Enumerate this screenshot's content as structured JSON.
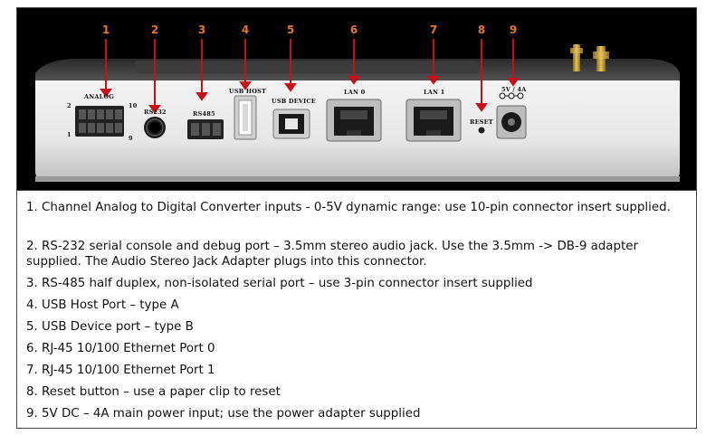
{
  "numbers": [
    "1",
    "2",
    "3",
    "4",
    "5",
    "6",
    "7",
    "8",
    "9"
  ],
  "port_labels": {
    "analog": "ANALOG",
    "pin_2": "2",
    "pin_10": "10",
    "pin_1": "1",
    "pin_9": "9",
    "rs232": "RS232",
    "rs485": "RS485",
    "usb_host": "USB HOST",
    "usb_device": "USB DEVICE",
    "lan0": "LAN 0",
    "lan1": "LAN 1",
    "reset": "RESET",
    "power": "5V / 4A"
  },
  "items": [
    "1. Channel Analog to Digital Converter inputs - 0-5V dynamic range: use 10-pin connector insert supplied.",
    "2. RS-232 serial console and debug port – 3.5mm stereo audio jack. Use the 3.5mm -> DB-9 adapter supplied. The Audio Stereo Jack Adapter plugs into this connector.",
    "3. RS-485 half duplex, non-isolated serial port – use 3-pin connector insert supplied",
    "4. USB Host Port – type A",
    "5. USB Device port – type B",
    "6. RJ-45 10/100 Ethernet Port 0",
    "7. RJ-45 10/100 Ethernet Port 1",
    "8. Reset button – use a paper clip to reset",
    "9. 5V DC – 4A main power input; use the power adapter supplied"
  ],
  "colors": {
    "annotation": "#e87722",
    "arrow": "#c8101c"
  }
}
